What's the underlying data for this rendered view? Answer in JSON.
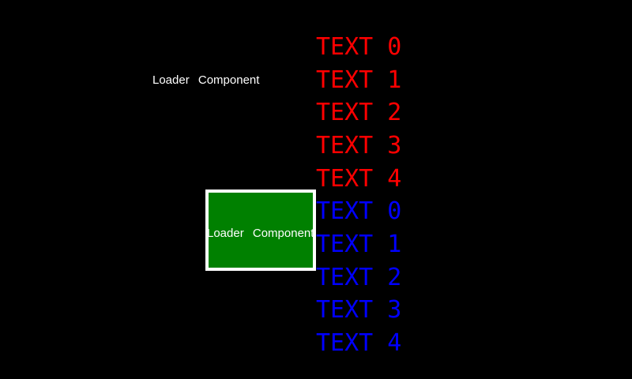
{
  "screen": {
    "background": "#000000"
  },
  "labels": [
    {
      "text": "Loader Component",
      "color": "#ffffff"
    },
    {
      "text": "Loader Component",
      "color": "#ffffff"
    }
  ],
  "loader_box": {
    "fill": "#008000",
    "border_color": "#ffffff"
  },
  "text_lists": [
    {
      "name": "red-list",
      "color": "#ff0000",
      "items": [
        "TEXT 0",
        "TEXT 1",
        "TEXT 2",
        "TEXT 3",
        "TEXT 4"
      ]
    },
    {
      "name": "blue-list",
      "color": "#0000ff",
      "items": [
        "TEXT 0",
        "TEXT 1",
        "TEXT 2",
        "TEXT 3",
        "TEXT 4"
      ]
    }
  ]
}
